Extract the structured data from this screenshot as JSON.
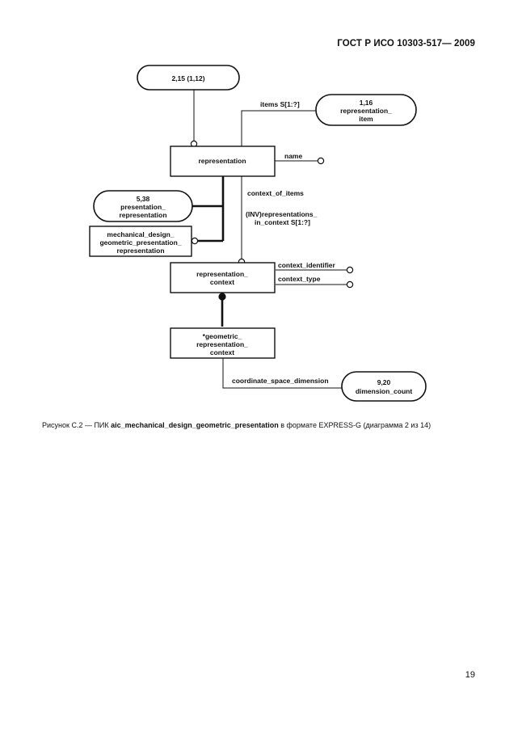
{
  "header": {
    "standard": "ГОСТ Р ИСО 10303-517— 2009"
  },
  "diagram": {
    "page_ref_top": "2,15 (1,12)",
    "page_ref_item": {
      "line1": "1,16",
      "line2": "representation_",
      "line3": "item"
    },
    "page_ref_presentation": {
      "line1": "5,38",
      "line2": "presentation_",
      "line3": "representation"
    },
    "page_ref_count": {
      "line1": "9,20",
      "line2": "dimension_count"
    },
    "entity_representation": "representation",
    "entity_mechanical": {
      "line1": "mechanical_design_",
      "line2": "geometric_presentation_",
      "line3": "representation"
    },
    "entity_context": {
      "line1": "representation_",
      "line2": "context"
    },
    "entity_geometric_context": {
      "line1": "*geometric_",
      "line2": "representation_",
      "line3": "context"
    },
    "attr_items": "items S[1:?]",
    "attr_name": "name",
    "attr_context_of_items": "context_of_items",
    "attr_inverse": {
      "line1": "(INV)representations_",
      "line2": "in_context S[1:?]"
    },
    "attr_context_identifier": "context_identifier",
    "attr_context_type": "context_type",
    "attr_coordinate_space_dimension": "coordinate_space_dimension"
  },
  "caption": {
    "prefix": "Рисунок С.2 — ПИК ",
    "schema": "aic_mechanical_design_geometric_presentation",
    "suffix": " в формате EXPRESS-G (диаграмма 2 из 14)"
  },
  "footer": {
    "page_number": "19"
  }
}
